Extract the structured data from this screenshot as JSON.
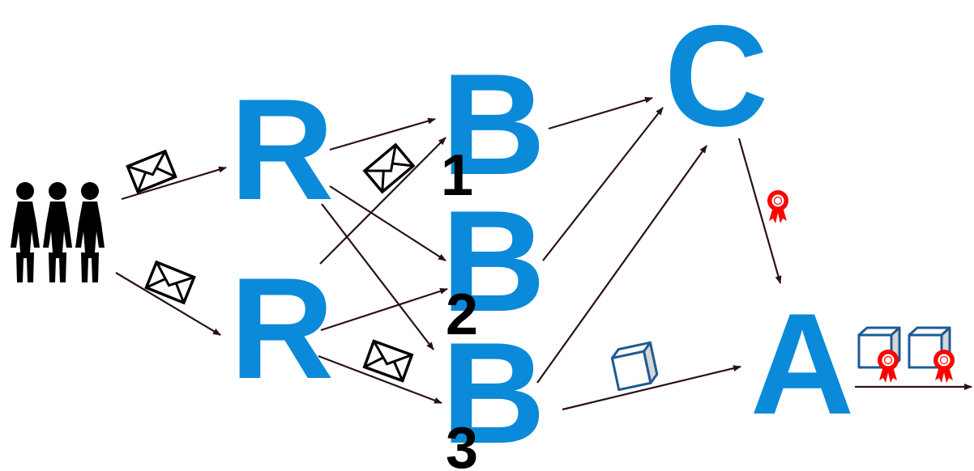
{
  "colors": {
    "node": "#0a8ad9",
    "subscript": "#000000",
    "arrow": "#2a0f1a",
    "envelope": "#000000",
    "box_stroke": "#1f5a94",
    "box_fill": "#ffffff",
    "box_side": "#d6d6d6",
    "seal": "#ff0000",
    "people": "#000000"
  },
  "nodes": {
    "r_top": {
      "letter": "R"
    },
    "r_bottom": {
      "letter": "R"
    },
    "b1": {
      "letter": "B",
      "sub": "1"
    },
    "b2": {
      "letter": "B",
      "sub": "2"
    },
    "b3": {
      "letter": "B",
      "sub": "3"
    },
    "c": {
      "letter": "C"
    },
    "a": {
      "letter": "A"
    }
  },
  "icons": {
    "group": "people-group-icon",
    "envelope": "envelope-icon",
    "box": "box-icon",
    "seal": "award-seal-icon"
  }
}
